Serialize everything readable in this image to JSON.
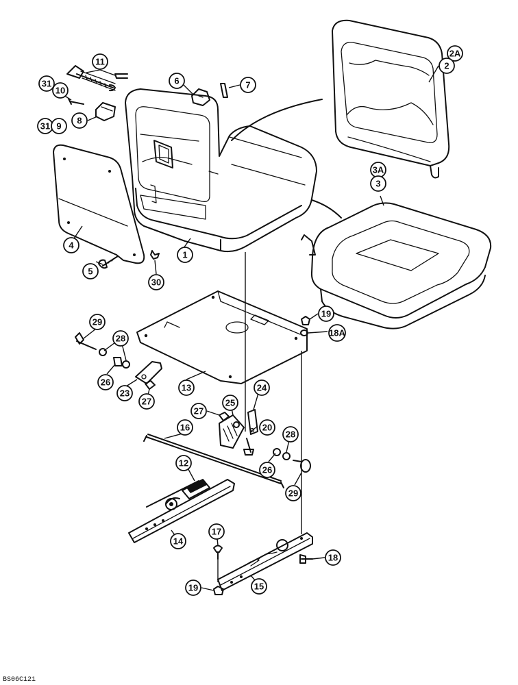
{
  "diagram": {
    "callouts": [
      {
        "id": "c2a",
        "label": "2A"
      },
      {
        "id": "c2",
        "label": "2"
      },
      {
        "id": "c3a",
        "label": "3A"
      },
      {
        "id": "c3",
        "label": "3"
      },
      {
        "id": "c11",
        "label": "11"
      },
      {
        "id": "c31a",
        "label": "31"
      },
      {
        "id": "c10",
        "label": "10"
      },
      {
        "id": "c6",
        "label": "6"
      },
      {
        "id": "c7",
        "label": "7"
      },
      {
        "id": "c31b",
        "label": "31"
      },
      {
        "id": "c9",
        "label": "9"
      },
      {
        "id": "c8",
        "label": "8"
      },
      {
        "id": "c4",
        "label": "4"
      },
      {
        "id": "c1",
        "label": "1"
      },
      {
        "id": "c5",
        "label": "5"
      },
      {
        "id": "c30",
        "label": "30"
      },
      {
        "id": "c19a",
        "label": "19"
      },
      {
        "id": "c18a",
        "label": "18A"
      },
      {
        "id": "c29a",
        "label": "29"
      },
      {
        "id": "c28a",
        "label": "28"
      },
      {
        "id": "c26a",
        "label": "26"
      },
      {
        "id": "c23",
        "label": "23"
      },
      {
        "id": "c27a",
        "label": "27"
      },
      {
        "id": "c13",
        "label": "13"
      },
      {
        "id": "c24",
        "label": "24"
      },
      {
        "id": "c27b",
        "label": "27"
      },
      {
        "id": "c25",
        "label": "25"
      },
      {
        "id": "c20",
        "label": "20"
      },
      {
        "id": "c28b",
        "label": "28"
      },
      {
        "id": "c16",
        "label": "16"
      },
      {
        "id": "c26b",
        "label": "26"
      },
      {
        "id": "c29b",
        "label": "29"
      },
      {
        "id": "c12",
        "label": "12"
      },
      {
        "id": "c14",
        "label": "14"
      },
      {
        "id": "c17",
        "label": "17"
      },
      {
        "id": "c18",
        "label": "18"
      },
      {
        "id": "c15",
        "label": "15"
      },
      {
        "id": "c19b",
        "label": "19"
      }
    ],
    "figure_code": "BS06C121"
  }
}
